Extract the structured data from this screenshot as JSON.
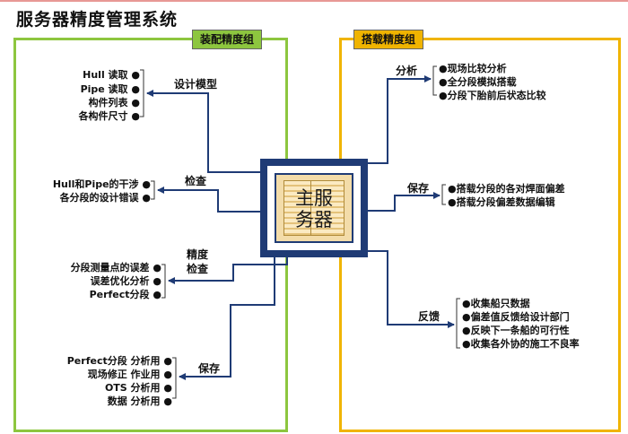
{
  "title": "服务器精度管理系统",
  "center": {
    "line1": "主服",
    "line2": "务器"
  },
  "left_group": {
    "label": "装配精度组",
    "branches": [
      {
        "label": "设计模型",
        "items": [
          "Hull 读取",
          "Pipe 读取",
          "构件列表",
          "各构件尺寸"
        ]
      },
      {
        "label": "检查",
        "items": [
          "Hull和Pipe的干涉",
          "各分段的设计错误"
        ]
      },
      {
        "label_lines": [
          "精度",
          "检查"
        ],
        "items": [
          "分段测量点的误差",
          "误差优化分析",
          "Perfect分段"
        ]
      },
      {
        "label": "保存",
        "items": [
          "Perfect分段 分析用",
          "现场修正 作业用",
          "OTS 分析用",
          "数据 分析用"
        ]
      }
    ]
  },
  "right_group": {
    "label": "搭载精度组",
    "branches": [
      {
        "label": "分析",
        "items": [
          "现场比较分析",
          "全分段模拟搭载",
          "分段下胎前后状态比较"
        ]
      },
      {
        "label": "保存",
        "items": [
          "搭载分段的各对焊面偏差",
          "搭载分段偏差数据编辑"
        ]
      },
      {
        "label": "反馈",
        "items": [
          "收集船只数据",
          "偏差值反馈给设计部门",
          "反映下一条船的可行性",
          "收集各外协的施工不良率"
        ]
      }
    ]
  },
  "colors": {
    "left_border": "#8dc63f",
    "right_border": "#f0b400",
    "connector": "#1f3b75"
  }
}
